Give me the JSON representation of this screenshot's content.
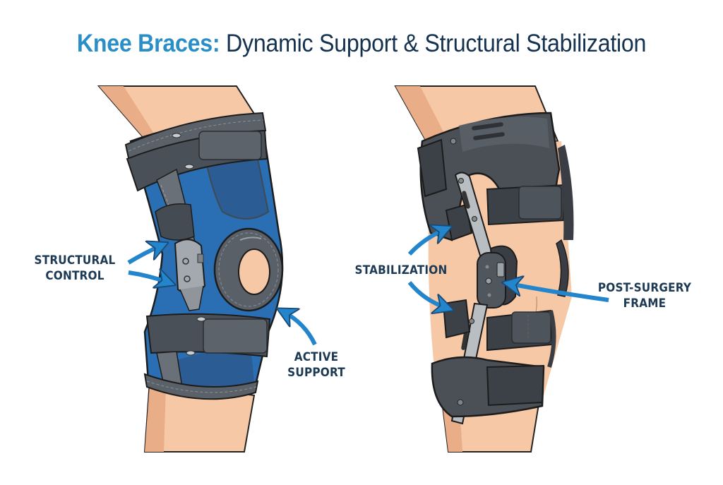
{
  "title": {
    "accent": "Knee Braces:",
    "rest": "Dynamic Support & Structural Stabilization"
  },
  "left_brace": {
    "type": "hinged-neoprene-sleeve",
    "colors": {
      "sleeve": "#2a6fb3",
      "sleeve_dark": "#2a5a92",
      "straps": "#4a5058",
      "hinge": "#9aa0a6",
      "skin": "#f6c8a6"
    },
    "labels": [
      {
        "id": "structural-control",
        "lines": [
          "STRUCTURAL",
          "CONTROL"
        ]
      },
      {
        "id": "active-support",
        "lines": [
          "ACTIVE",
          "SUPPORT"
        ]
      }
    ]
  },
  "right_brace": {
    "type": "rigid-post-surgery-frame",
    "colors": {
      "frame": "#4b5057",
      "frame_dark": "#3a3e44",
      "bar": "#b9bec3",
      "skin": "#f6c8a6"
    },
    "labels": [
      {
        "id": "stabilization",
        "lines": [
          "STABILIZATION"
        ]
      },
      {
        "id": "post-surgery-frame",
        "lines": [
          "POST-SURGERY",
          "FRAME"
        ]
      }
    ]
  },
  "colors": {
    "title_accent": "#2b8fc7",
    "title_text": "#14324f",
    "label_text": "#1d3a55",
    "arrow": "#2385cc",
    "background": "#ffffff"
  }
}
